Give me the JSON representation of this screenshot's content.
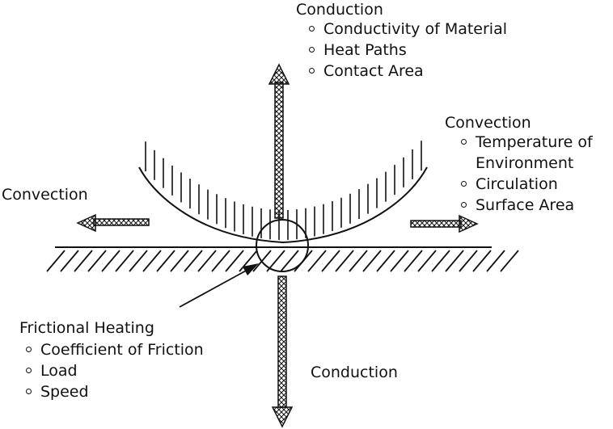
{
  "top_conduction": {
    "heading": "Conduction",
    "items": [
      "Conductivity of Material",
      "Heat Paths",
      "Contact Area"
    ]
  },
  "right_convection": {
    "heading": "Convection",
    "items": [
      "Temperature of",
      "Environment",
      "Circulation",
      "Surface Area"
    ]
  },
  "left_convection": {
    "heading": "Convection"
  },
  "frictional_heating": {
    "heading": "Frictional Heating",
    "items": [
      "Coefficient of Friction",
      "Load",
      "Speed"
    ]
  },
  "bottom_conduction": {
    "heading": "Conduction"
  },
  "colors": {
    "ink": "#111111",
    "background": "#ffffff"
  }
}
